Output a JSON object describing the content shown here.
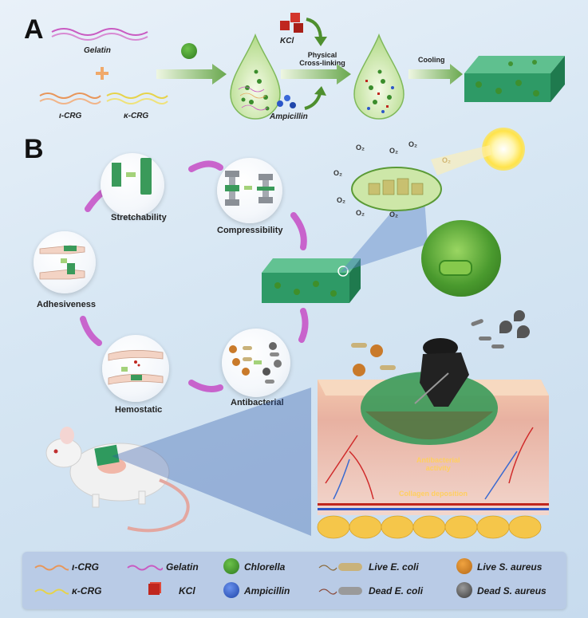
{
  "panelA": {
    "letter": "A",
    "gelatin": "Gelatin",
    "icrg": "ι-CRG",
    "kcrg": "κ-CRG",
    "kcl": "KCl",
    "crosslink_line1": "Physical",
    "crosslink_line2": "Cross-linking",
    "ampicillin": "Ampicillin",
    "cooling": "Cooling"
  },
  "panelB": {
    "letter": "B",
    "stretchability": "Stretchability",
    "compressibility": "Compressibility",
    "adhesiveness": "Adhesiveness",
    "hemostatic": "Hemostatic",
    "antibacterial": "Antibacterial",
    "antibacterial_activity_1": "Antibacterial",
    "antibacterial_activity_2": "activity",
    "collagen": "Collagen deposition",
    "o2": "O₂"
  },
  "legend": {
    "icrg": "ι-CRG",
    "gelatin": "Gelatin",
    "chlorella": "Chlorella",
    "live_ecoli": "Live E. coli",
    "live_saureus": "Live S. aureus",
    "kcrg": "κ-CRG",
    "kcl": "KCl",
    "ampicillin": "Ampicillin",
    "dead_ecoli": "Dead E. coli",
    "dead_saureus": "Dead S. aureus"
  },
  "colors": {
    "gelatin": "#c95bc2",
    "icrg": "#e8965a",
    "kcrg": "#e6d34a",
    "chlorella": "#3f8f2a",
    "kcl": "#c0271f",
    "ampicillin": "#2b56c8",
    "hydrogel": "#2e9a66"
  }
}
